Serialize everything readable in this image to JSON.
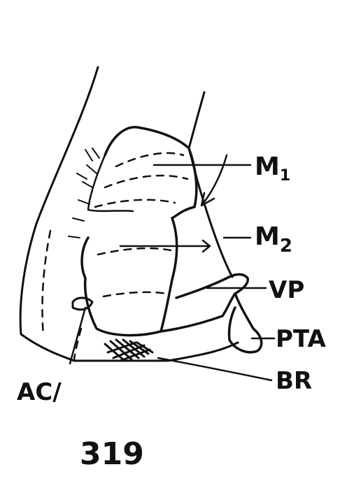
{
  "figure": {
    "number": "319",
    "labels": {
      "m1": "M",
      "m1_sub": "1",
      "m2": "M",
      "m2_sub": "2",
      "vp": "VP",
      "pta": "PTA",
      "br": "BR",
      "ac": "AC/"
    }
  },
  "colors": {
    "ink": "#111111",
    "paper": "#ffffff"
  }
}
